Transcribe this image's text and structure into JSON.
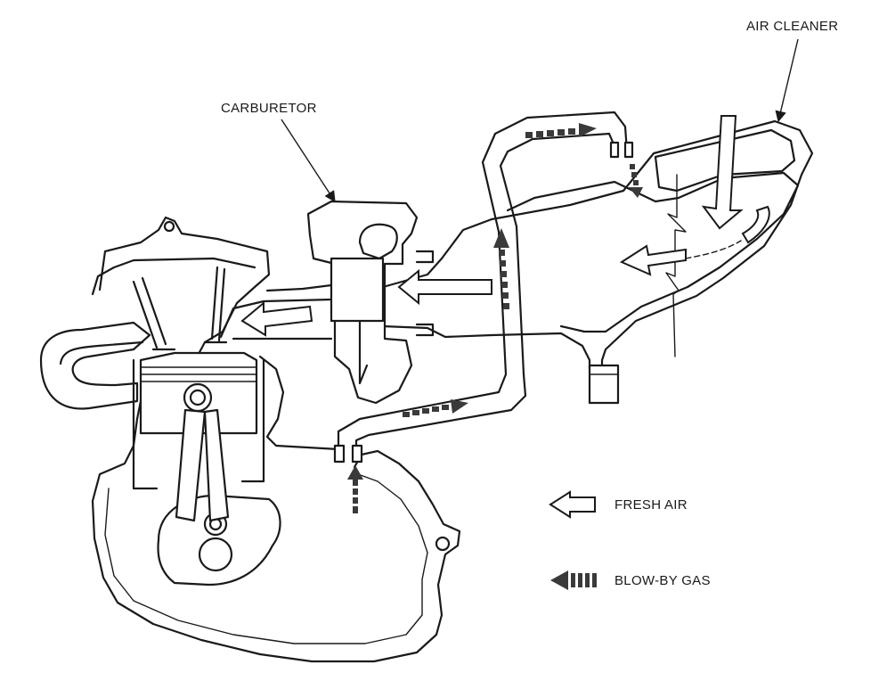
{
  "labels": {
    "air_cleaner": "AIR CLEANER",
    "carburetor": "CARBURETOR"
  },
  "legend": {
    "fresh_air": "FRESH AIR",
    "blow_by_gas": "BLOW-BY GAS"
  },
  "colors": {
    "line": "#1a1a1a",
    "blow_by_fill": "#3a3a3a",
    "background": "#ffffff"
  }
}
